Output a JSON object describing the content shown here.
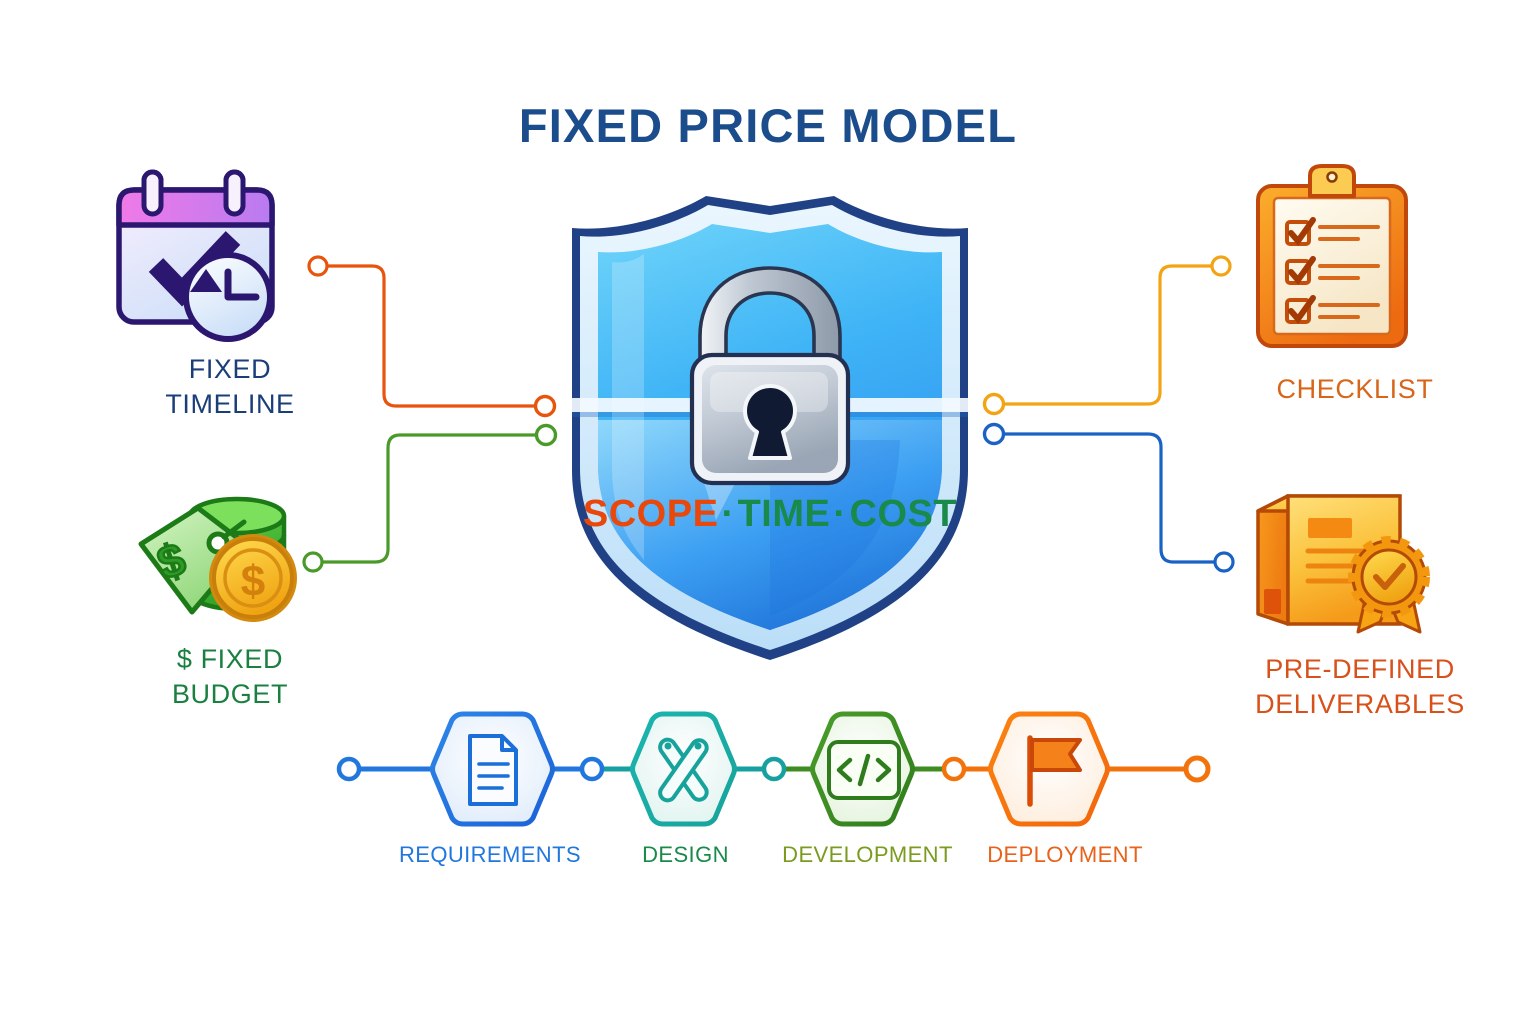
{
  "title": "FIXED PRICE MODEL",
  "center": {
    "icon": "shield-lock-icon",
    "caption": {
      "scope": "SCOPE",
      "time": "TIME",
      "cost": "COST",
      "separator": "·"
    }
  },
  "left_features": [
    {
      "id": "fixed-timeline",
      "label": "FIXED\nTIMELINE",
      "icon": "calendar-clock-icon",
      "color": "#1B3E7A",
      "connector_color": "#E8540C"
    },
    {
      "id": "fixed-budget",
      "label": "$ FIXED\nBUDGET",
      "icon": "money-coins-icon",
      "color": "#1A8040",
      "connector_color": "#4A9A2A"
    }
  ],
  "right_features": [
    {
      "id": "checklist",
      "label": "CHECKLIST",
      "icon": "clipboard-checklist-icon",
      "color": "#D8661A",
      "connector_color": "#F2A414"
    },
    {
      "id": "pre-defined-deliverables",
      "label": "PRE-DEFINED\nDELIVERABLES",
      "icon": "package-certificate-icon",
      "color": "#D8501A",
      "connector_color": "#1A62C4"
    }
  ],
  "pipeline": {
    "stages": [
      {
        "label": "REQUIREMENTS",
        "icon": "document-icon",
        "color": "#2277DD",
        "node_color": "#2277DD"
      },
      {
        "label": "DESIGN",
        "icon": "pencil-ruler-icon",
        "color": "#1A8A4A",
        "node_color": "#17A0A0"
      },
      {
        "label": "DEVELOPMENT",
        "icon": "code-brackets-icon",
        "color": "#7A9B1F",
        "node_color": "#3E8C22"
      },
      {
        "label": "DEPLOYMENT",
        "icon": "flag-icon",
        "color": "#E8621A",
        "node_color": "#F2730C"
      }
    ]
  },
  "colors": {
    "title": "#1B4C8C",
    "shield_outline": "#113C82",
    "shield_fill_top": "#58C8F8",
    "shield_fill_bottom": "#2E90F0",
    "lock_body": "#B8C2CE",
    "keyhole": "#101A33",
    "background": "#FFFFFF"
  }
}
